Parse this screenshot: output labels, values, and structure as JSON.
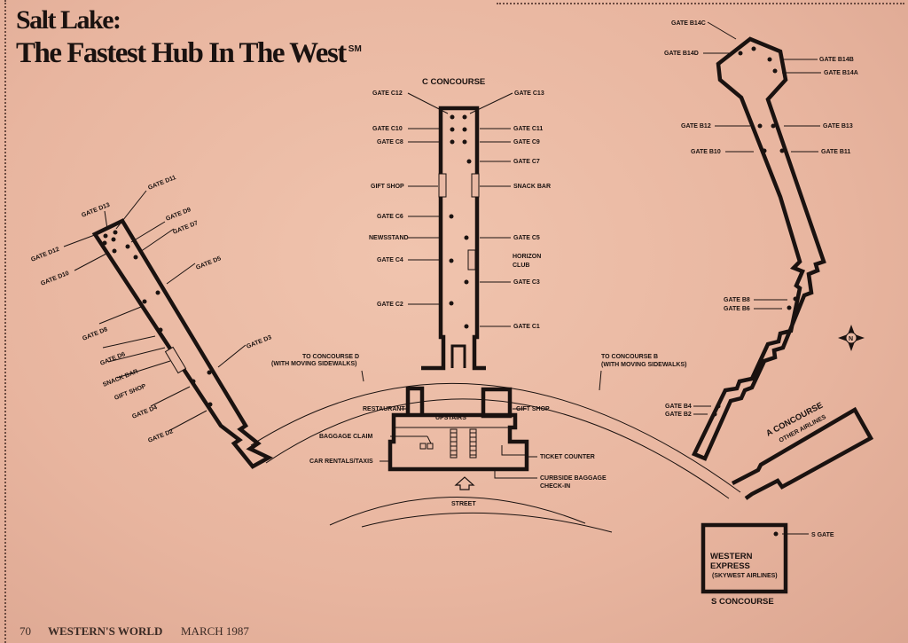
{
  "title_line1": "Salt Lake:",
  "title_line2": "The Fastest Hub In The West",
  "title_mark": "SM",
  "footer": {
    "page": "70",
    "publication": "WESTERN'S WORLD",
    "issue": "MARCH 1987"
  },
  "c_concourse": {
    "title": "C CONCOURSE",
    "labels": {
      "c12": "GATE C12",
      "c13": "GATE C13",
      "c10": "GATE C10",
      "c11": "GATE C11",
      "c8": "GATE C8",
      "c9": "GATE C9",
      "c7": "GATE C7",
      "gift": "GIFT SHOP",
      "snack": "SNACK BAR",
      "c6": "GATE C6",
      "news": "NEWSSTAND",
      "c5": "GATE C5",
      "c4": "GATE C4",
      "horizon1": "HORIZON",
      "horizon2": "CLUB",
      "c3": "GATE C3",
      "c2": "GATE C2",
      "c1": "GATE C1"
    }
  },
  "d_concourse": {
    "labels": {
      "d11": "GATE D11",
      "d13": "GATE D13",
      "d9": "GATE D9",
      "d7": "GATE D7",
      "d12": "GATE D12",
      "d10": "GATE D10",
      "d5": "GATE D5",
      "d8": "GATE D8",
      "d6": "GATE D6",
      "snack": "SNACK BAR",
      "gift": "GIFT SHOP",
      "d4": "GATE D4",
      "d3": "GATE D3",
      "d2": "GATE D2"
    }
  },
  "b_concourse": {
    "labels": {
      "b14c": "GATE B14C",
      "b14d": "GATE B14D",
      "b14b": "GATE B14B",
      "b14a": "GATE B14A",
      "b12": "GATE B12",
      "b13": "GATE B13",
      "b10": "GATE B10",
      "b11": "GATE B11",
      "b8": "GATE B8",
      "b6": "GATE B6",
      "b4": "GATE B4",
      "b2": "GATE B2"
    }
  },
  "walkways": {
    "to_d_1": "TO CONCOURSE D",
    "to_d_2": "(WITH MOVING SIDEWALKS)",
    "to_b_1": "TO CONCOURSE B",
    "to_b_2": "(WITH MOVING SIDEWALKS)"
  },
  "terminal": {
    "restaurant": "RESTAURANT",
    "upstairs": "UPSTAIRS",
    "gift": "GIFT SHOP",
    "baggage": "BAGGAGE CLAIM",
    "rentals": "CAR RENTALS/TAXIS",
    "ticket": "TICKET COUNTER",
    "curb1": "CURBSIDE BAGGAGE",
    "curb2": "CHECK-IN",
    "street": "STREET"
  },
  "a_concourse": {
    "title": "A CONCOURSE",
    "sub": "OTHER AIRLINES"
  },
  "s_concourse": {
    "title": "S CONCOURSE",
    "gate": "S GATE",
    "name1": "WESTERN",
    "name2": "EXPRESS",
    "name3": "(SKYWEST AIRLINES)"
  },
  "compass": "N",
  "colors": {
    "paper": "#e9b9a4",
    "ink": "#1a1210"
  }
}
